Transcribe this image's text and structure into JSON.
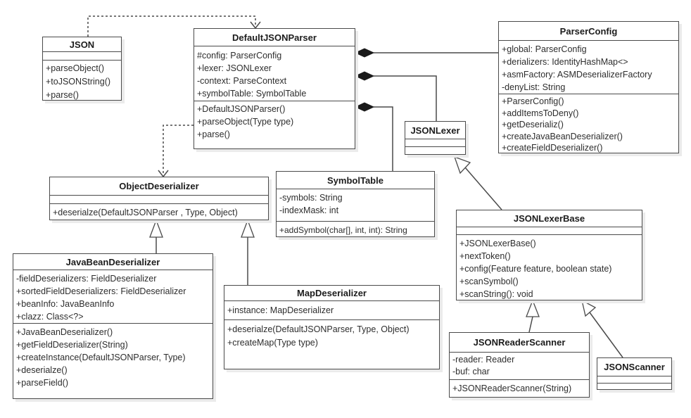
{
  "classes": {
    "json": {
      "name": "JSON",
      "attributes": [],
      "methods": [
        "+parseObject()",
        "+toJSONString()",
        "+parse()"
      ]
    },
    "default_json_parser": {
      "name": "DefaultJSONParser",
      "attributes": [
        "#config: ParserConfig",
        "+lexer: JSONLexer",
        "-context: ParseContext",
        "+symbolTable: SymbolTable"
      ],
      "methods": [
        "+DefaultJSONParser()",
        "+parseObject(Type type)",
        "+parse()"
      ]
    },
    "parser_config": {
      "name": "ParserConfig",
      "attributes": [
        "+global: ParserConfig",
        "+derializers: IdentityHashMap<>",
        "+asmFactory: ASMDeserializerFactory",
        "-denyList: String"
      ],
      "methods": [
        "+ParserConfig()",
        "+addItemsToDeny()",
        "+getDeserializ()",
        "+createJavaBeanDeserializer()",
        "+createFieldDeserializer()"
      ]
    },
    "json_lexer": {
      "name": "JSONLexer",
      "attributes": [],
      "methods": []
    },
    "object_deserializer": {
      "name": "ObjectDeserializer",
      "attributes": [],
      "methods": [
        "+deserialze(DefaultJSONParser , Type, Object)"
      ]
    },
    "symbol_table": {
      "name": "SymbolTable",
      "attributes": [
        "-symbols: String",
        "-indexMask: int"
      ],
      "methods": [
        "+addSymbol(char[], int, int): String"
      ]
    },
    "json_lexer_base": {
      "name": "JSONLexerBase",
      "attributes": [],
      "methods": [
        "+JSONLexerBase()",
        "+nextToken()",
        "+config(Feature feature, boolean state)",
        "+scanSymbol()",
        "+scanString(): void"
      ]
    },
    "java_bean_deserializer": {
      "name": "JavaBeanDeserializer",
      "attributes": [
        "-fieldDeserializers: FieldDeserializer",
        "+sortedFieldDeserializers: FieldDeserializer",
        "+beanInfo: JavaBeanInfo",
        "+clazz: Class<?>"
      ],
      "methods": [
        "+JavaBeanDeserializer()",
        "+getFieldDeserializer(String)",
        "+createInstance(DefaultJSONParser, Type)",
        "+deserialze()",
        "+parseField()"
      ]
    },
    "map_deserializer": {
      "name": "MapDeserializer",
      "attributes": [
        "+instance: MapDeserializer"
      ],
      "methods": [
        "+deserialze(DefaultJSONParser, Type, Object)",
        "+createMap(Type type)"
      ]
    },
    "json_reader_scanner": {
      "name": "JSONReaderScanner",
      "attributes": [
        "-reader: Reader",
        "-buf: char"
      ],
      "methods": [
        "+JSONReaderScanner(String)"
      ]
    },
    "json_scanner": {
      "name": "JSONScanner",
      "attributes": [],
      "methods": []
    }
  },
  "relationships": [
    {
      "from": "JSON",
      "to": "DefaultJSONParser",
      "type": "dependency"
    },
    {
      "from": "DefaultJSONParser",
      "to": "ObjectDeserializer",
      "type": "dependency"
    },
    {
      "from": "DefaultJSONParser",
      "to": "ParserConfig",
      "type": "composition"
    },
    {
      "from": "DefaultJSONParser",
      "to": "JSONLexer",
      "type": "composition"
    },
    {
      "from": "DefaultJSONParser",
      "to": "SymbolTable",
      "type": "composition"
    },
    {
      "from": "JSONLexerBase",
      "to": "JSONLexer",
      "type": "inheritance"
    },
    {
      "from": "JavaBeanDeserializer",
      "to": "ObjectDeserializer",
      "type": "inheritance"
    },
    {
      "from": "MapDeserializer",
      "to": "ObjectDeserializer",
      "type": "inheritance"
    },
    {
      "from": "JSONReaderScanner",
      "to": "JSONLexerBase",
      "type": "inheritance"
    },
    {
      "from": "JSONScanner",
      "to": "JSONLexerBase",
      "type": "inheritance"
    }
  ],
  "colors": {
    "background": "#ffffff",
    "box_border": "#4a4a4a",
    "diamond_fill": "#1a1a1a",
    "text": "#2d2d2d",
    "shadow": "#ebebeb"
  }
}
